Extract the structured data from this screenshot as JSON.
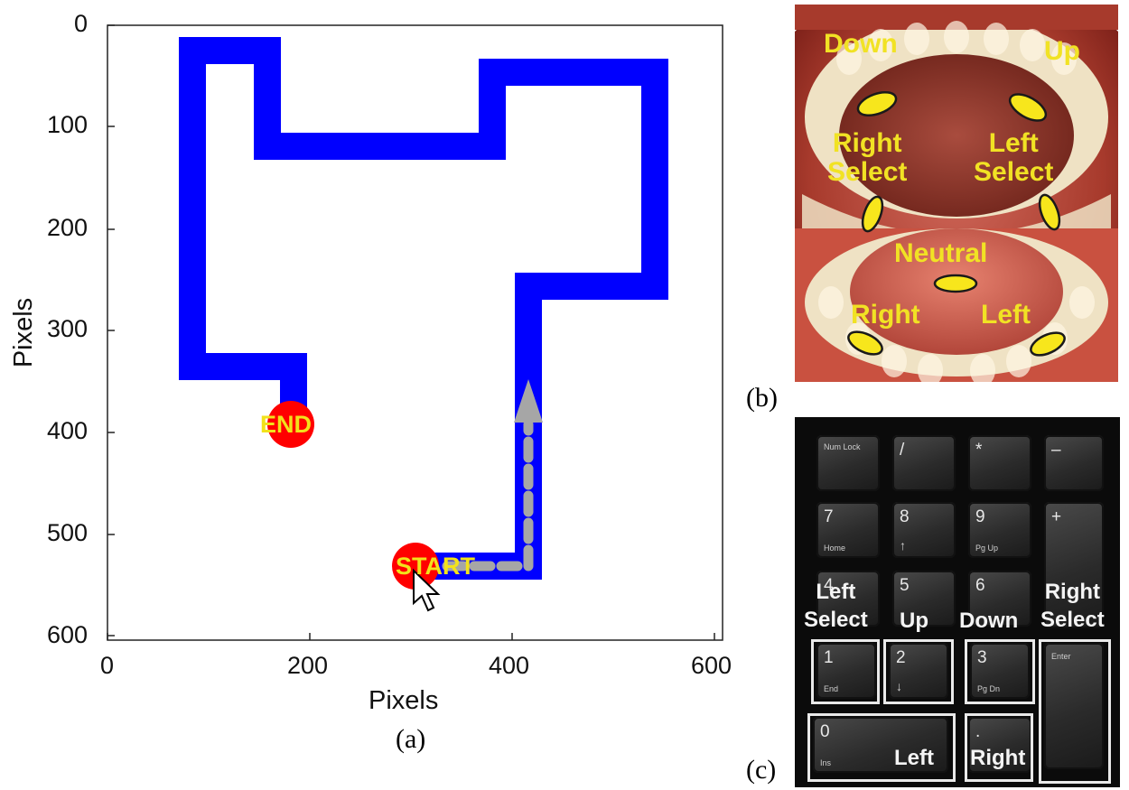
{
  "panel_a": {
    "label": "(a)",
    "xlabel": "Pixels",
    "ylabel": "Pixels",
    "x_ticks": [
      "0",
      "200",
      "400",
      "600"
    ],
    "y_ticks": [
      "0",
      "100",
      "200",
      "300",
      "400",
      "500",
      "600"
    ],
    "start_label": "START",
    "end_label": "END",
    "colors": {
      "path": "#0000ff",
      "marker": "#ff0000",
      "marker_text": "#f2e21b",
      "arrow": "#a0a0a0"
    }
  },
  "panel_b": {
    "label": "(b)",
    "labels": {
      "down": "Down",
      "up": "Up",
      "right_select": "Right\nSelect",
      "left_select": "Left\nSelect",
      "neutral": "Neutral",
      "right": "Right",
      "left": "Left"
    },
    "colors": {
      "label": "#f1e224",
      "spot": "#f7e61c"
    }
  },
  "panel_c": {
    "label": "(c)",
    "keys": {
      "numlock": {
        "main": "Num Lock",
        "sub": ""
      },
      "slash": {
        "main": "/",
        "sub": ""
      },
      "star": {
        "main": "*",
        "sub": ""
      },
      "minus": {
        "main": "–",
        "sub": ""
      },
      "k7": {
        "main": "7",
        "sub": "Home"
      },
      "k8": {
        "main": "8",
        "sub": "↑"
      },
      "k9": {
        "main": "9",
        "sub": "Pg Up"
      },
      "plus": {
        "main": "+",
        "sub": ""
      },
      "k4": {
        "main": "4",
        "sub": ""
      },
      "k5": {
        "main": "5",
        "sub": ""
      },
      "k6": {
        "main": "6",
        "sub": ""
      },
      "k1": {
        "main": "1",
        "sub": "End"
      },
      "k2": {
        "main": "2",
        "sub": "↓"
      },
      "k3": {
        "main": "3",
        "sub": "Pg Dn"
      },
      "enter": {
        "main": "Enter",
        "sub": ""
      },
      "k0": {
        "main": "0",
        "sub": "Ins"
      },
      "dot": {
        "main": ".",
        "sub": ""
      }
    },
    "mapping": {
      "left_select": "Left\nSelect",
      "up": "Up",
      "down": "Down",
      "right_select": "Right\nSelect",
      "left": "Left",
      "right": "Right"
    }
  }
}
